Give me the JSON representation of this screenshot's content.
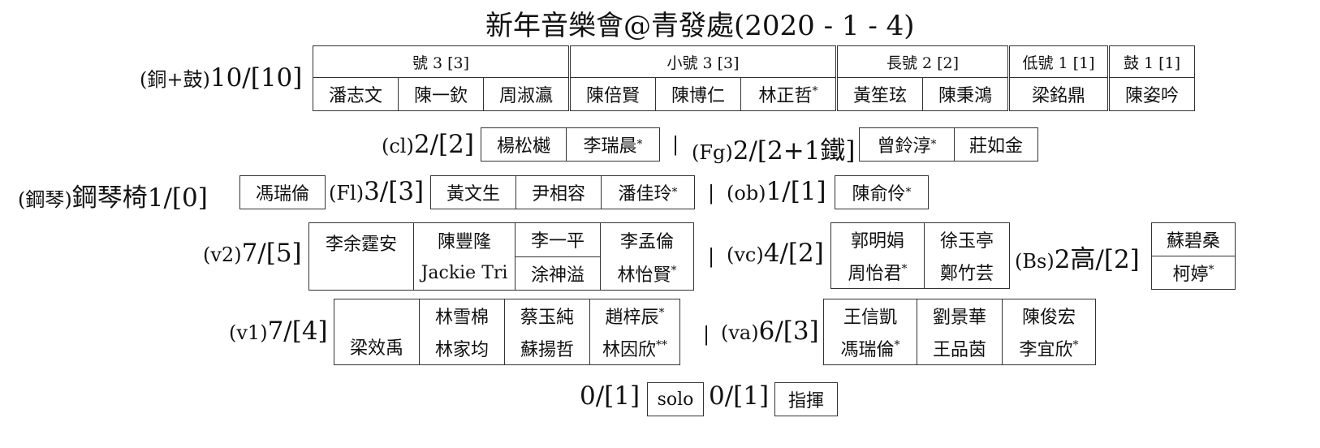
{
  "title": "新年音樂會@青發處(2020 - 1 - 4)",
  "brass": {
    "label_prefix": "(銅+鼓)",
    "label_count": "10/[10]",
    "groups": [
      {
        "header": "號 3 [3]",
        "players": [
          "潘志文",
          "陳一欽",
          "周淑瀛"
        ]
      },
      {
        "header": "小號 3 [3]",
        "players": [
          "陳倍賢",
          "陳博仁",
          "林正哲*"
        ]
      },
      {
        "header": "長號 2 [2]",
        "players": [
          "黃笙玹",
          "陳秉鴻"
        ]
      },
      {
        "header": "低號 1 [1]",
        "players": [
          "梁銘鼎"
        ]
      },
      {
        "header": "鼓 1 [1]",
        "players": [
          "陳姿吟"
        ]
      }
    ]
  },
  "clarinet": {
    "label_prefix": "(cl)",
    "label_count": "2/[2]",
    "players": [
      "楊松樾",
      "李瑞晨*"
    ]
  },
  "bassoon": {
    "label_prefix": "(Fg)",
    "label_count": "2/[2+1鐵]",
    "players": [
      "曾鈴淳*",
      "莊如金"
    ]
  },
  "piano": {
    "label_prefix": "(鋼琴)",
    "label_count": "鋼琴椅1/[0]",
    "players": [
      "馮瑞倫"
    ]
  },
  "flute": {
    "label_prefix": "(Fl)",
    "label_count": "3/[3]",
    "players": [
      "黃文生",
      "尹相容",
      "潘佳玲*"
    ]
  },
  "oboe": {
    "label_prefix": "(ob)",
    "label_count": "1/[1]",
    "players": [
      "陳俞伶*"
    ]
  },
  "violin2": {
    "label_prefix": "(v2)",
    "label_count": "7/[5]",
    "cells": [
      "李余霆安",
      "陳豐隆",
      "李一平",
      "李孟倫",
      "Jackie Tri",
      "涂神溢",
      "林怡賢*"
    ]
  },
  "cello": {
    "label_prefix": "(vc)",
    "label_count": "4/[2]",
    "cells": [
      "郭明娟",
      "徐玉亭",
      "周怡君*",
      "鄭竹芸"
    ]
  },
  "bass": {
    "label_prefix": "(Bs)",
    "label_count": "2高/[2]",
    "cells": [
      "蘇碧桑",
      "柯婷*"
    ]
  },
  "violin1": {
    "label_prefix": "(v1)",
    "label_count": "7/[4]",
    "cells": [
      "林雪棉",
      "蔡玉純",
      "趙梓辰*",
      "梁效禹",
      "林家均",
      "蘇揚哲",
      "林因欣**"
    ]
  },
  "viola": {
    "label_prefix": "(va)",
    "label_count": "6/[3]",
    "cells": [
      "王信凱",
      "劉景華",
      "陳俊宏",
      "馮瑞倫*",
      "王品茵",
      "李宜欣*"
    ]
  },
  "separator": "|",
  "solo": {
    "count": "0/[1]",
    "label": "solo"
  },
  "conductor": {
    "count": "0/[1]",
    "label": "指揮"
  }
}
